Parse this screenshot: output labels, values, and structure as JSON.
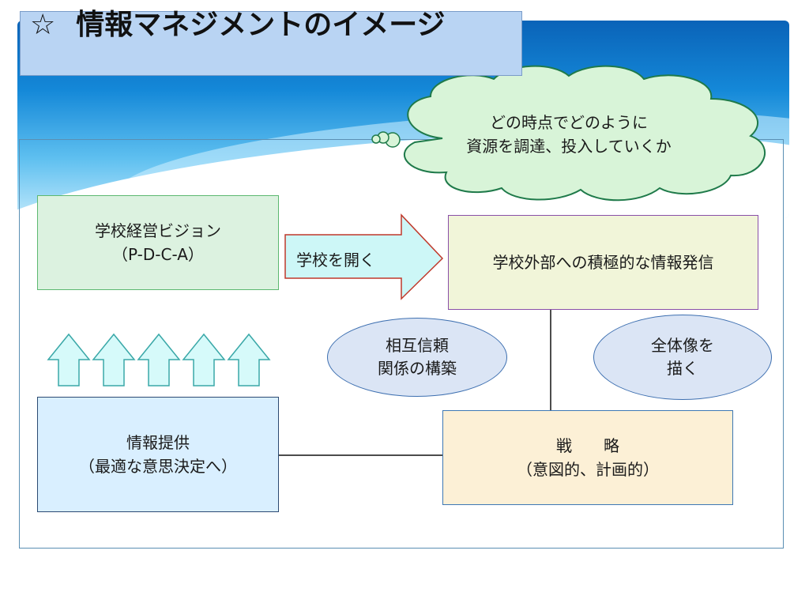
{
  "title": {
    "star": "☆",
    "text": "情報マネジメントのイメージ"
  },
  "cloud": {
    "line1": "どの時点でどのように",
    "line2": "資源を調達、投入していくか"
  },
  "vision_box": {
    "line1": "学校経営ビジョン",
    "line2": "（P-D-C-A）"
  },
  "arrow": {
    "label": "学校を開く"
  },
  "external_box": {
    "label": "学校外部への積極的な情報発信"
  },
  "trust_ellipse": {
    "line1": "相互信頼",
    "line2": "関係の構築"
  },
  "overall_ellipse": {
    "line1": "全体像を",
    "line2": "描く"
  },
  "info_box": {
    "line1": "情報提供",
    "line2": "（最適な意思決定へ）"
  },
  "strategy_box": {
    "line1": "戦　　略",
    "line2": "（意図的、計画的）"
  },
  "colors": {
    "banner_top": "#0a63b8",
    "cloud_fill": "#d8f4d8",
    "up_arrow_fill": "#d6fafa",
    "up_arrow_stroke": "#3aa8a8",
    "right_arrow_fill": "#cdf7f7",
    "right_arrow_stroke": "#c0392b"
  },
  "up_arrows_count": 5
}
